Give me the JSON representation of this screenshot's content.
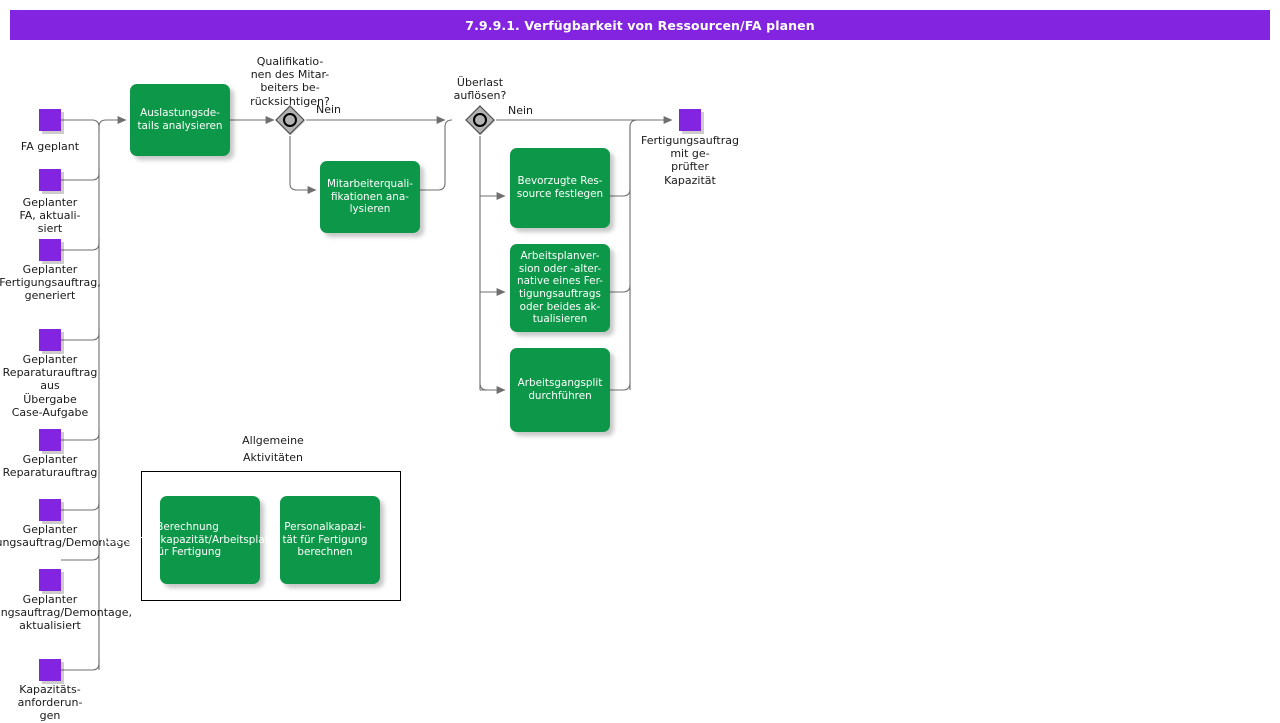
{
  "header": {
    "title": "7.9.9.1. Verfügbarkeit von Ressourcen/FA planen",
    "bar_color": "#8324e0",
    "text_color": "#ffffff"
  },
  "theme": {
    "event_color": "#8324e0",
    "task_color": "#0d9748",
    "gateway_fill": "#a8a8a8",
    "line_color": "#6f6f6f",
    "canvas": "#ffffff"
  },
  "diagram": {
    "type": "bpmn-process-flow",
    "start_events": [
      {
        "name": "start-fa-geplant",
        "label": "FA geplant"
      },
      {
        "name": "start-geplanter-fa-aktualisiert",
        "label": "Geplanter\nFA, aktuali-\nsiert"
      },
      {
        "name": "start-geplanter-fertigungsauftrag",
        "label": "Geplanter\nFertigungsauftrag,\ngeneriert"
      },
      {
        "name": "start-geplanter-reparaturauftrag-uebergabe",
        "label": "Geplanter\nReparaturauftrag\naus\nÜbergabe\nCase-Aufgabe"
      },
      {
        "name": "start-geplanter-reparaturauftrag",
        "label": "Geplanter\nReparaturauftrag"
      },
      {
        "name": "start-geplanter-wartungsauftrag",
        "label": "Geplanter\nWartungsauftrag/Demontage"
      },
      {
        "name": "start-geplanter-wartungsauftrag-aktualisiert",
        "label": "Geplanter\nWartungsauftrag/Demontage,\naktualisiert"
      },
      {
        "name": "start-kapazitaetsanforderungen",
        "label": "Kapazitäts-\nanforderun-\ngen"
      }
    ],
    "end_events": [
      {
        "name": "end-fertigungsauftrag-geprueft",
        "label": "Fertigungsauftrag\nmit           ge-\nprüfter\nKapazität"
      }
    ],
    "tasks": [
      {
        "name": "task-auslastungsdetails-analysieren",
        "label": "Auslastungsde-\ntails analysieren"
      },
      {
        "name": "task-mitarbeiterqualifikationen-analysieren",
        "label": "Mitarbeiterquali-\nfikationen  ana-\nlysieren"
      },
      {
        "name": "task-bevorzugte-ressource-festlegen",
        "label": "Bevorzugte Res-\nsource festlegen"
      },
      {
        "name": "task-arbeitsplanversion-aktualisieren",
        "label": "Arbeitsplanver-\nsion oder -alter-\nnative eines Fer-\ntigungsauftrags\noder beides ak-\ntualisieren"
      },
      {
        "name": "task-arbeitsgangsplit-durchfuehren",
        "label": "Arbeitsgangsplit\ndurchführen"
      },
      {
        "name": "task-berechnung-ressourcenkapazitaet",
        "label": "Berechnung\nRessourcenkapazität/Arbeitsplatz\nfür Fertigung"
      },
      {
        "name": "task-personalkapazitaet-berechnen",
        "label": "Personalkapazi-\ntät für Fertigung\nberechnen"
      }
    ],
    "gateways": [
      {
        "name": "gateway-qualifikationen-beruecksichtigen",
        "label": "Qualifikatio-\nnen des Mitar-\nbeiters be-\nrücksichtigen?",
        "outgoing_label": "Nein"
      },
      {
        "name": "gateway-ueberlast-aufloesen",
        "label": "Überlast\nauflösen?",
        "outgoing_label": "Nein"
      }
    ],
    "group": {
      "name": "group-allgemeine-aktivitaeten",
      "title": "Allgemeine\nAktivitäten"
    }
  }
}
